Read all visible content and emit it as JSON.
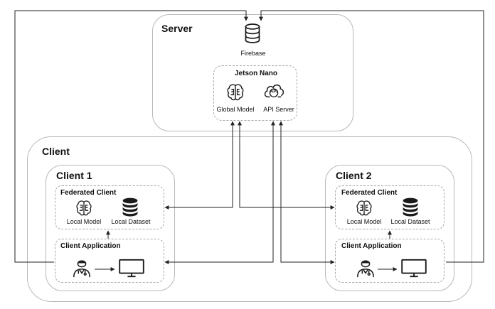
{
  "server": {
    "title": "Server",
    "firebase_label": "Firebase",
    "jetson": {
      "title": "Jetson Nano",
      "global_model_label": "Global Model",
      "api_server_label": "API Server",
      "api_icon_text": "API"
    }
  },
  "client_group": {
    "title": "Client",
    "clients": [
      {
        "title": "Client 1",
        "federated_title": "Federated Client",
        "local_model_label": "Local Model",
        "local_dataset_label": "Local Dataset",
        "application_title": "Client Application"
      },
      {
        "title": "Client 2",
        "federated_title": "Federated Client",
        "local_model_label": "Local Model",
        "local_dataset_label": "Local Dataset",
        "application_title": "Client Application"
      }
    ]
  },
  "icons": [
    "database-icon",
    "brain-icon",
    "api-cloud-icon",
    "doctor-icon",
    "monitor-icon"
  ],
  "colors": {
    "border": "#b8b8b8",
    "line": "#222222",
    "icon": "#1a1a1a"
  }
}
